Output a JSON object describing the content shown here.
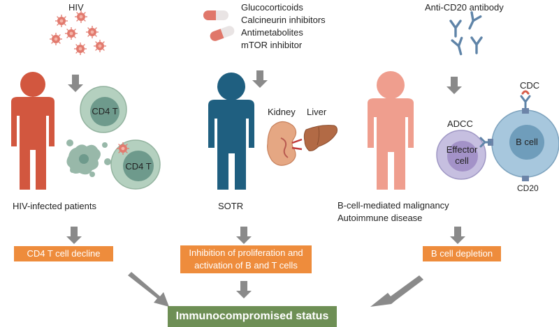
{
  "columns": [
    {
      "cause": "HIV",
      "population": "HIV-infected patients",
      "cell_label_1": "CD4 T",
      "cell_label_2": "CD4 T",
      "effect": "CD4 T cell decline"
    },
    {
      "cause_lines": [
        "Glucocorticoids",
        "Calcineurin inhibitors",
        "Antimetabolites",
        "mTOR inhibitor"
      ],
      "population": "SOTR",
      "organ_1": "Kidney",
      "organ_2": "Liver",
      "effect_lines": [
        "Inhibition of proliferation and",
        "activation of B and T cells"
      ]
    },
    {
      "cause": "Anti-CD20 antibody",
      "population_lines": [
        "B-cell-mediated malignancy",
        "Autoimmune disease"
      ],
      "mechanism_1": "ADCC",
      "mechanism_2": "CDC",
      "effector_lines": [
        "Effector",
        "cell"
      ],
      "b_cell": "B cell",
      "marker": "CD20",
      "effect": "B cell depletion"
    }
  ],
  "outcome": "Immunocompromised status",
  "colors": {
    "hiv_person": "#d2573f",
    "sotr_person": "#1f5f80",
    "bcell_person": "#ef9e8e",
    "arrow": "#8a8a8a",
    "effect_box": "#ee8c3c",
    "outcome_box": "#6e8f55"
  },
  "icons": [
    "virus-icon",
    "capsule-icon",
    "antibody-icon",
    "kidney-icon",
    "liver-icon"
  ]
}
